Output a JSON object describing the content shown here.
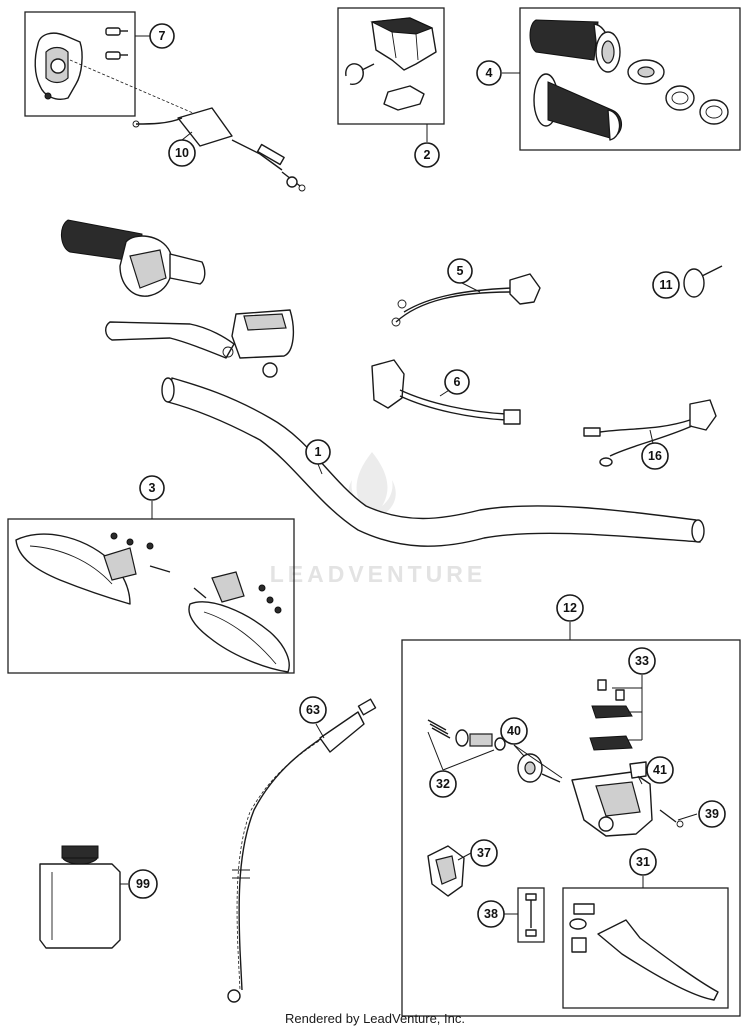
{
  "callouts": [
    {
      "id": "p7",
      "label": "7"
    },
    {
      "id": "p10",
      "label": "10"
    },
    {
      "id": "p2",
      "label": "2"
    },
    {
      "id": "p4",
      "label": "4"
    },
    {
      "id": "p5",
      "label": "5"
    },
    {
      "id": "p11",
      "label": "11"
    },
    {
      "id": "p6",
      "label": "6"
    },
    {
      "id": "p1",
      "label": "1"
    },
    {
      "id": "p16",
      "label": "16"
    },
    {
      "id": "p3",
      "label": "3"
    },
    {
      "id": "p12",
      "label": "12"
    },
    {
      "id": "p33",
      "label": "33"
    },
    {
      "id": "p63",
      "label": "63"
    },
    {
      "id": "p40",
      "label": "40"
    },
    {
      "id": "p41",
      "label": "41"
    },
    {
      "id": "p32",
      "label": "32"
    },
    {
      "id": "p39",
      "label": "39"
    },
    {
      "id": "p37",
      "label": "37"
    },
    {
      "id": "p31",
      "label": "31"
    },
    {
      "id": "p99",
      "label": "99"
    },
    {
      "id": "p38",
      "label": "38"
    }
  ],
  "watermark": {
    "text": "LEADVENTURE"
  },
  "footer": {
    "text": "Rendered by LeadVenture, Inc."
  }
}
